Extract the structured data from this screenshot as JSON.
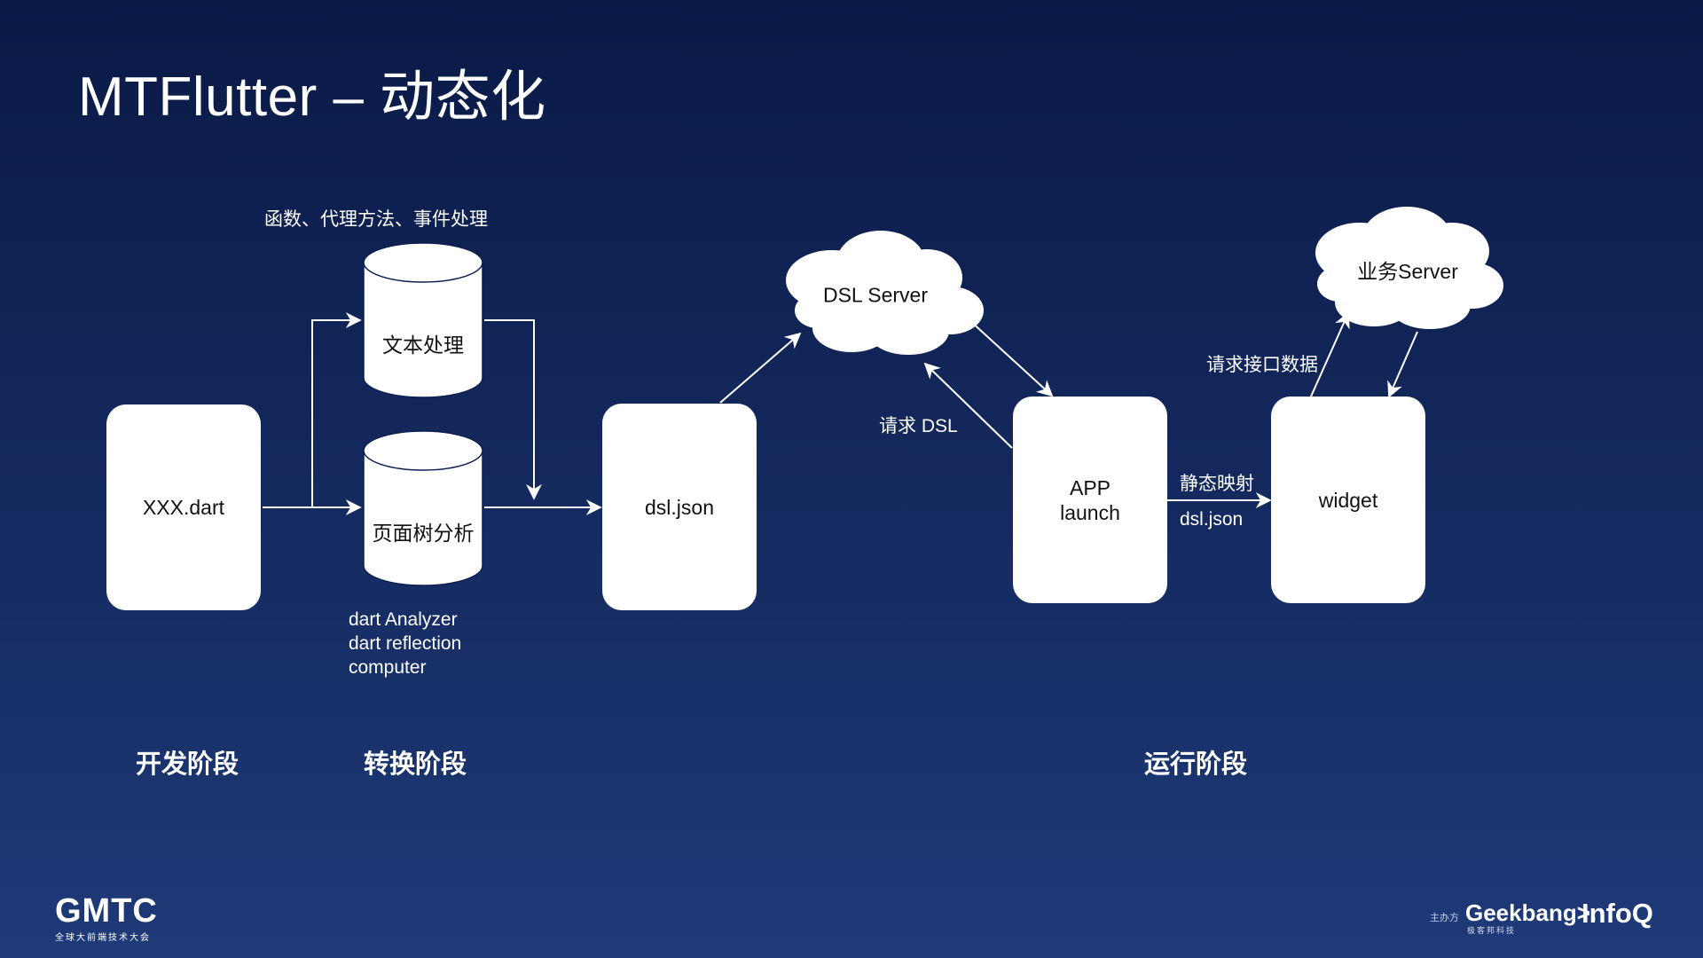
{
  "title": "MTFlutter – 动态化",
  "nodes": {
    "xxx_dart": "XXX.dart",
    "text_processing": "文本处理",
    "page_tree_analysis": "页面树分析",
    "dsl_json": "dsl.json",
    "dsl_server": "DSL Server",
    "app_launch_line1": "APP",
    "app_launch_line2": "launch",
    "widget": "widget",
    "biz_server": "业务Server"
  },
  "labels": {
    "functions": "函数、代理方法、事件处理",
    "analyzer_line1": "dart Analyzer",
    "analyzer_line2": "dart reflection",
    "analyzer_line3": "computer",
    "request_dsl": "请求 DSL",
    "request_api": "请求接口数据",
    "static_mapping": "静态映射",
    "dsl_json_edge": "dsl.json"
  },
  "stages": {
    "dev": "开发阶段",
    "convert": "转换阶段",
    "runtime": "运行阶段"
  },
  "footer": {
    "gmtc_logo": "GMTC",
    "gmtc_sub": "全球大前端技术大会",
    "sponsor_label": "主办方",
    "geekbang": "Geekbang>.",
    "geekbang_sub": "极客邦科技",
    "infoq": "InfoQ"
  }
}
